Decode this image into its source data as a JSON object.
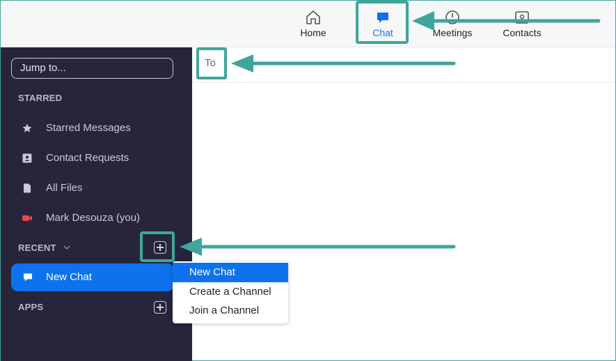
{
  "top_nav": {
    "tabs": [
      {
        "label": "Home",
        "icon": "home-icon",
        "active": false
      },
      {
        "label": "Chat",
        "icon": "chat-icon",
        "active": true
      },
      {
        "label": "Meetings",
        "icon": "clock-icon",
        "active": false
      },
      {
        "label": "Contacts",
        "icon": "contacts-icon",
        "active": false
      }
    ]
  },
  "sidebar": {
    "search_placeholder": "Jump to...",
    "starred_label": "STARRED",
    "starred_items": [
      {
        "label": "Starred Messages",
        "icon": "star-icon"
      },
      {
        "label": "Contact Requests",
        "icon": "contact-card-icon"
      },
      {
        "label": "All Files",
        "icon": "file-icon"
      },
      {
        "label": "Mark Desouza (you)",
        "icon": "video-camera-icon"
      }
    ],
    "recent_label": "RECENT",
    "new_chat_label": "New Chat",
    "apps_label": "APPS"
  },
  "main": {
    "to_label": "To"
  },
  "dropdown": {
    "items": [
      "New Chat",
      "Create a Channel",
      "Join a Channel"
    ],
    "selected": "New Chat"
  },
  "colors": {
    "accent": "#0e72ed",
    "sidebar_bg": "#26253b",
    "annotation": "#3ea69c"
  }
}
